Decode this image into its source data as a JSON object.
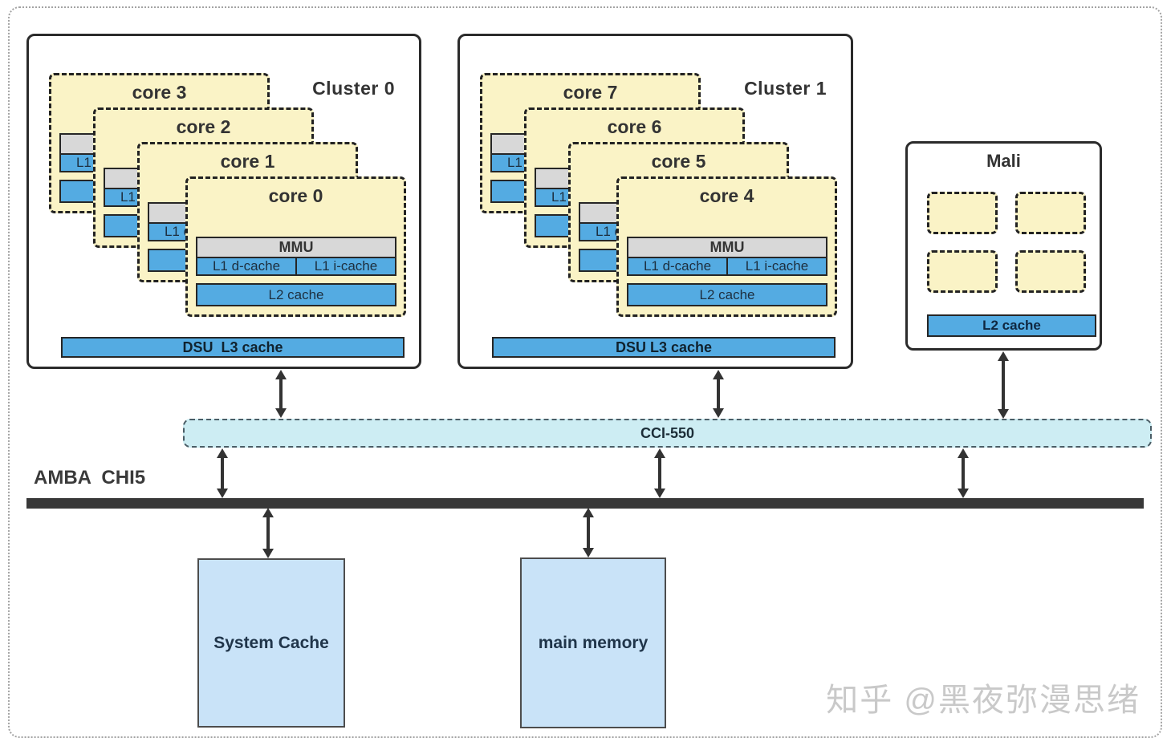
{
  "colors": {
    "core_fill": "#faf3c6",
    "cache_blue": "#54abe2",
    "mmu_gray": "#d8d8d8",
    "interconnect_cyan": "#cdedf3",
    "memory_blue": "#c9e3f8",
    "bus_dark": "#383838",
    "border_dark": "#262626"
  },
  "clusters": [
    {
      "title": "Cluster 0",
      "dsu_label": "DSU  L3 cache",
      "cores": [
        {
          "label": "core 3"
        },
        {
          "label": "core 2"
        },
        {
          "label": "core 1"
        },
        {
          "label": "core 0"
        }
      ]
    },
    {
      "title": "Cluster 1",
      "dsu_label": "DSU L3 cache",
      "cores": [
        {
          "label": "core 7"
        },
        {
          "label": "core 6"
        },
        {
          "label": "core 5"
        },
        {
          "label": "core 4"
        }
      ]
    }
  ],
  "core_block": {
    "mmu_label": "MMU",
    "l1d_label": "L1 d-cache",
    "l1i_label": "L1 i-cache",
    "l2_label": "L2 cache"
  },
  "gpu": {
    "title": "Mali",
    "l2_label": "L2 cache",
    "shader_core_count": 4
  },
  "interconnect": {
    "label": "CCI-550"
  },
  "bus": {
    "label": "AMBA  CHI5"
  },
  "memory": {
    "system_cache_label": "System Cache",
    "main_memory_label": "main memory"
  },
  "watermark": {
    "text": "知乎 @黑夜弥漫思绪"
  }
}
